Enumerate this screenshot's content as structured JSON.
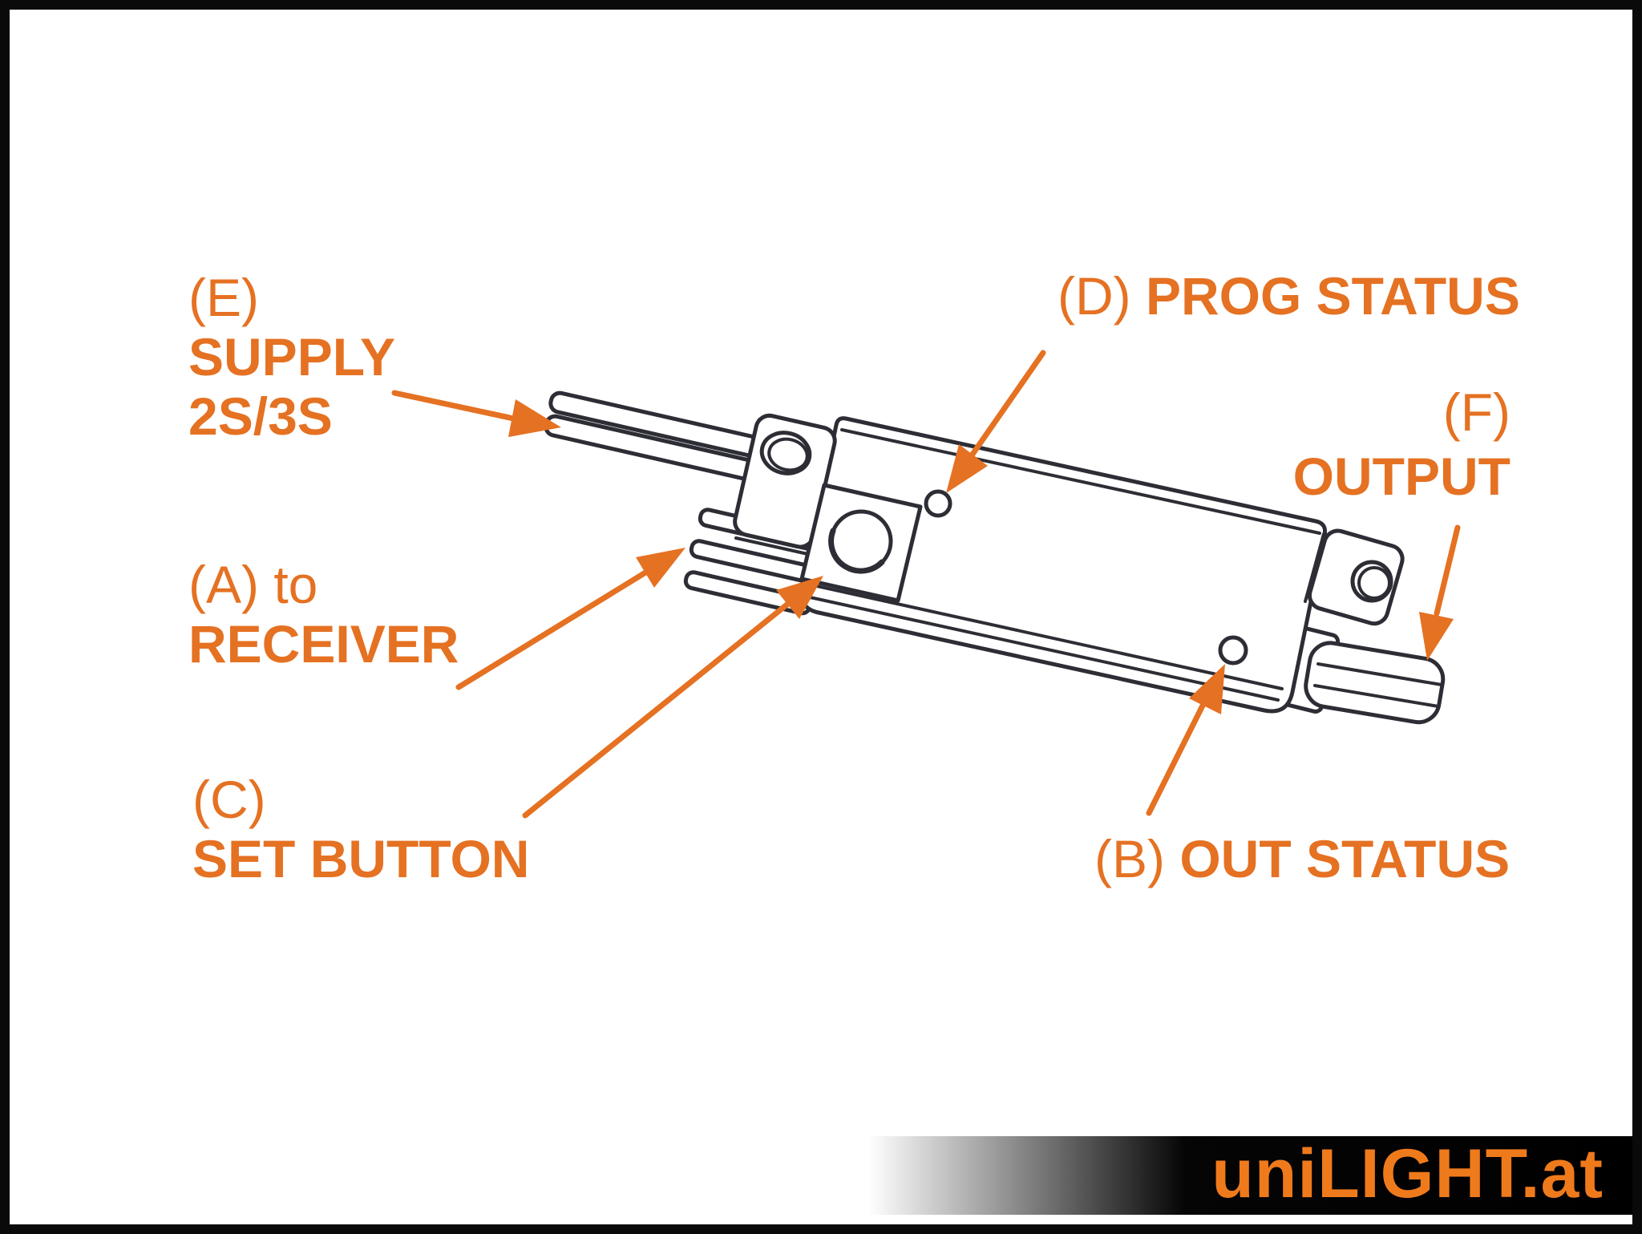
{
  "diagram": {
    "title_implicit": "uniLIGHT controller module callout diagram",
    "colors": {
      "accent": "#E57122",
      "line_art": "#2d2d35",
      "background": "#ffffff",
      "frame": "#0a0a0a"
    },
    "labels": {
      "e": {
        "id": "(E)",
        "line1": "SUPPLY",
        "line2": "2S/3S"
      },
      "a": {
        "id": "(A)",
        "prefix": "to",
        "name": "RECEIVER"
      },
      "c": {
        "id": "(C)",
        "name": "SET BUTTON"
      },
      "d": {
        "id": "(D)",
        "name": "PROG STATUS"
      },
      "f": {
        "id": "(F)",
        "name": "OUTPUT"
      },
      "b": {
        "id": "(B)",
        "name": "OUT STATUS"
      }
    },
    "callout_targets": {
      "e": "supply-cable",
      "a": "receiver-wires",
      "c": "set-button",
      "d": "prog-status-led",
      "f": "output-connector",
      "b": "out-status-led"
    }
  },
  "brand": {
    "logo": "uniLIGHT.at",
    "logo_color": "#EF7A1C"
  }
}
